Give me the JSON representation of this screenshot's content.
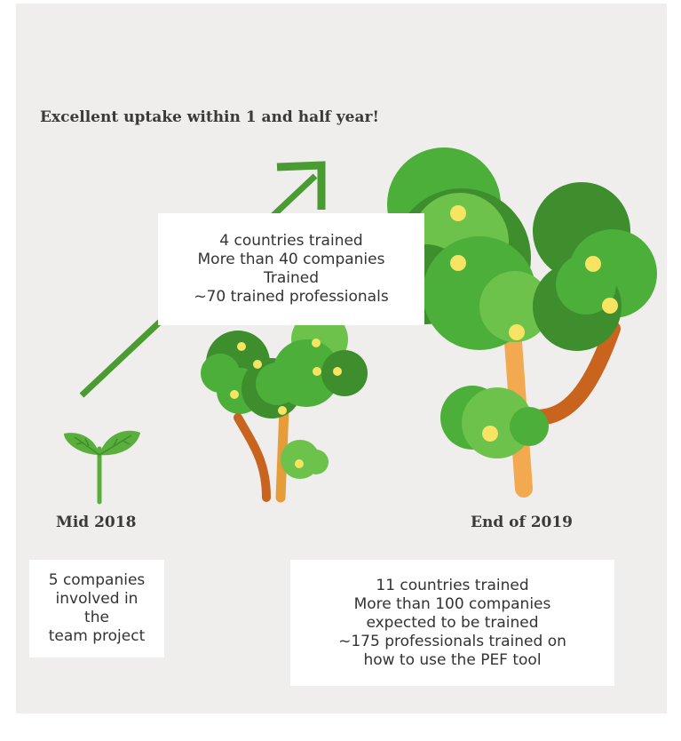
{
  "headline": "Excellent uptake within 1 and half year!",
  "milestones": {
    "start_label": "Mid 2018",
    "end_label": "End of 2019"
  },
  "boxes": {
    "middle": [
      "4 countries trained",
      "More than 40 companies",
      "Trained",
      "~70 trained professionals"
    ],
    "start": [
      "5 companies",
      "involved in",
      "the",
      "team project"
    ],
    "end": [
      "11 countries trained",
      "More than 100 companies",
      "expected to be trained",
      "~175 professionals trained on",
      "how to use the PEF tool"
    ]
  },
  "colors": {
    "background": "#efeeec",
    "leaf_dark": "#3e8e2e",
    "leaf_mid": "#4caf3a",
    "leaf_light": "#6cc24a",
    "trunk": "#c8641e",
    "trunk_light": "#f2a950",
    "fruit": "#f7e463"
  },
  "icons": [
    "sprout-icon",
    "small-tree-icon",
    "large-tree-icon",
    "growth-arrow-icon"
  ]
}
